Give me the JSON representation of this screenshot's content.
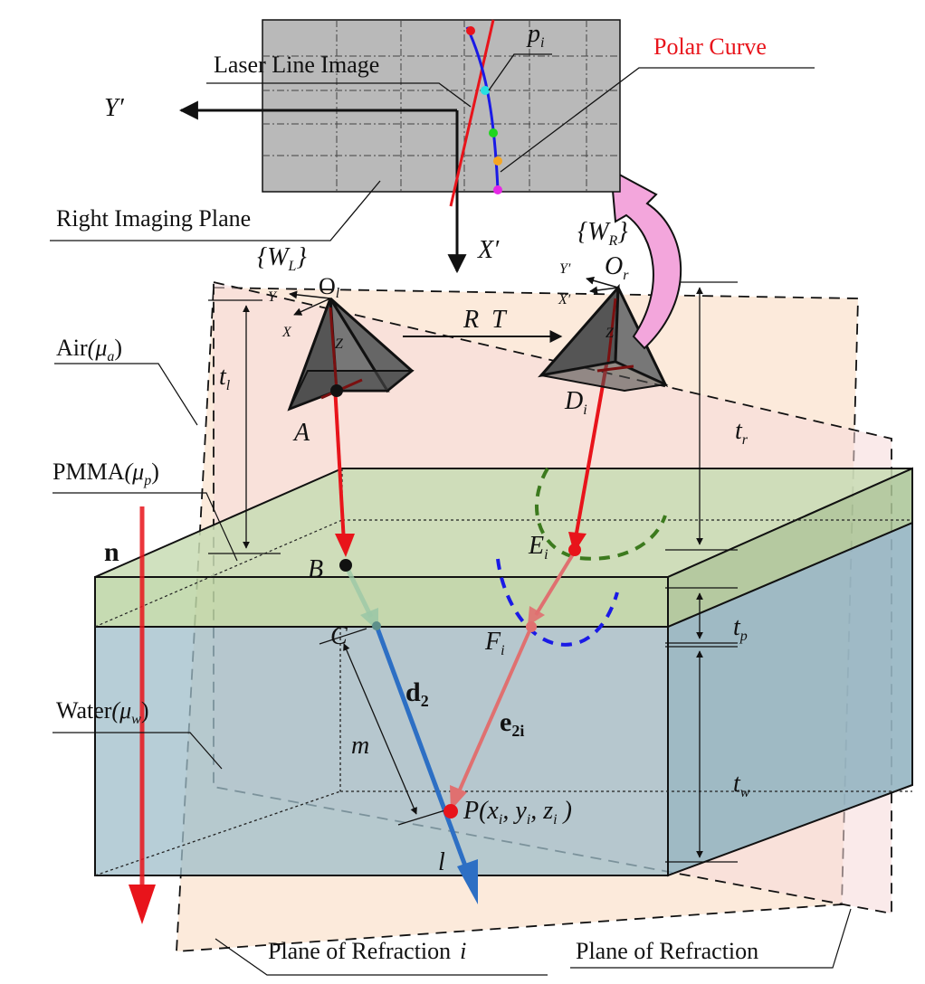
{
  "labels": {
    "laser_line_image": "Laser Line Image",
    "polar_curve": "Polar Curve",
    "p_i": "p",
    "p_i_sub": "i",
    "y_prime_main": "Y′",
    "x_prime_main": "X′",
    "right_imaging_plane": "Right Imaging Plane",
    "w_r": "{W",
    "w_r_sub": "R",
    "w_r_close": "}",
    "w_l": "{W",
    "w_l_sub": "L",
    "w_l_close": "}",
    "o_l": "O",
    "o_l_sub": "l",
    "o_r": "O",
    "o_r_sub": "r",
    "cam_l_y": "Y",
    "cam_l_x": "X",
    "cam_l_z": "Z",
    "cam_r_y": "Y′",
    "cam_r_x": "X′",
    "cam_r_z": "Z",
    "rt": "R  T",
    "air": "Air",
    "air_mu": "(μ",
    "air_mu_sub": "a",
    "air_mu_close": ")",
    "pmma": "PMMA",
    "pmma_mu": "(μ",
    "pmma_mu_sub": "p",
    "pmma_mu_close": ")",
    "water": "Water",
    "water_mu": "(μ",
    "water_mu_sub": "w",
    "water_mu_close": ")",
    "t_l": "t",
    "t_l_sub": "l",
    "t_r": "t",
    "t_r_sub": "r",
    "t_p": "t",
    "t_p_sub": "p",
    "t_w": "t",
    "t_w_sub": "w",
    "a": "A",
    "b": "B",
    "c": "C",
    "d_i": "D",
    "d_i_sub": "i",
    "e_i": "E",
    "e_i_sub": "i",
    "f_i": "F",
    "f_i_sub": "i",
    "n": "n",
    "d2": "d",
    "d2_sub": "2",
    "e2i": "e",
    "e2i_sub": "2i",
    "m": "m",
    "l": "l",
    "p_point": "P",
    "p_coords": "(x",
    "p_x_sub": "i",
    "p_comma1": ", y",
    "p_y_sub": "i",
    "p_comma2": ", z",
    "p_z_sub": "i",
    "p_close": " )",
    "plane_refraction_i": "Plane of Refraction",
    "plane_refraction_i_var": "i",
    "plane_refraction": "Plane of Refraction"
  },
  "colors": {
    "ray_red": "#e8141b",
    "ray_blue": "#2d6fc4",
    "pmma_fill": "#c8dcb4",
    "water_fill": "#9fbdc9",
    "plane_peach": "#fbe3cf",
    "plane_pink": "#f6d8d8",
    "imaging_plane": "#b9b9b9",
    "arrow_pink": "#f3a6dc",
    "polar_curve": "#e8141b",
    "dash_green": "#3c7a1e",
    "dash_blue": "#1a1ae6"
  },
  "icons": {
    "left_camera": "pyramid-camera-icon",
    "right_camera": "pyramid-camera-icon",
    "transfer_arrow": "curved-arrow-icon"
  }
}
